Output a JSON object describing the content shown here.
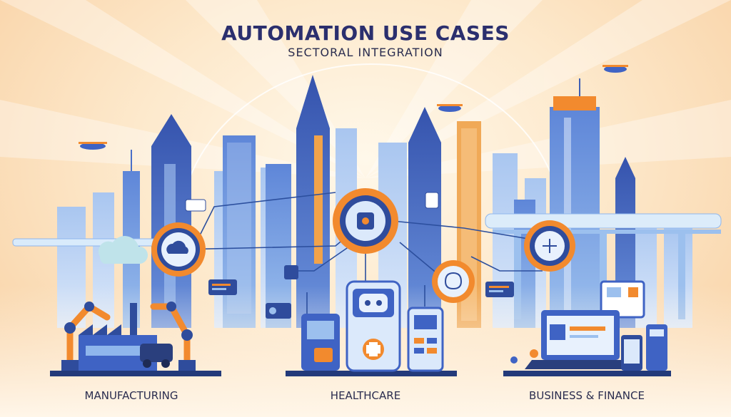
{
  "header": {
    "title": "AUTOMATION USE CASES",
    "subtitle": "SECTORAL INTEGRATION"
  },
  "sectors": [
    {
      "label": "MANUFACTURING"
    },
    {
      "label": "HEALTHCARE"
    },
    {
      "label": "BUSINESS & FINANCE"
    }
  ],
  "colors": {
    "title": "#2b2f6e",
    "text": "#2a2d4f",
    "accent_orange": "#f28a2e",
    "primary_blue": "#3f63c4",
    "light_blue": "#8fb6ec",
    "navy": "#233a7a",
    "background_warm": "#f8cfa0"
  },
  "icons": [
    "cloud-gear-icon",
    "ai-chip-gear-icon",
    "brain-gear-icon",
    "circuit-gear-icon",
    "robot-arm-icon",
    "factory-icon",
    "car-icon",
    "robot-face-icon",
    "medical-cross-icon",
    "laptop-icon",
    "drone-icon"
  ]
}
